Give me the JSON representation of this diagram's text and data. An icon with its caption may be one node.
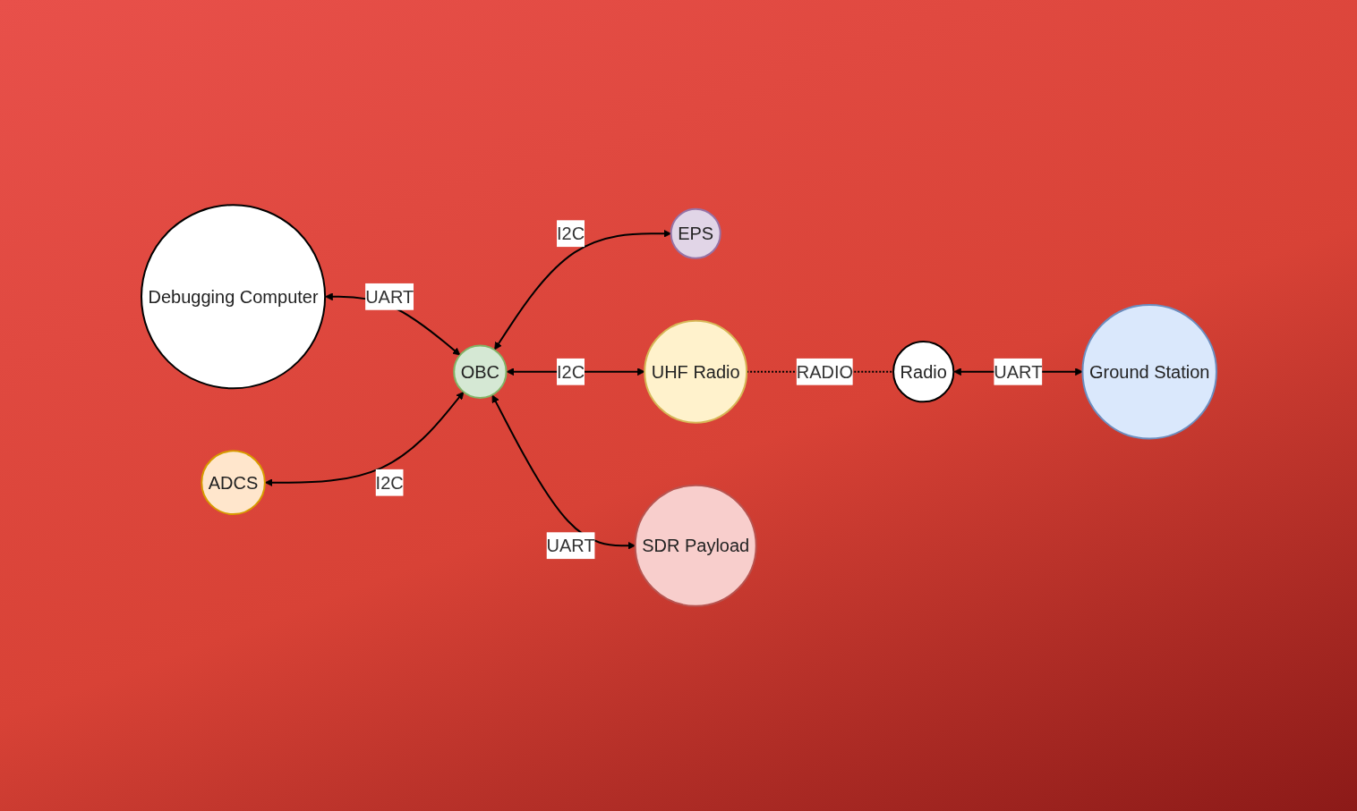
{
  "diagram": {
    "nodes": [
      {
        "text": [
          "EPS"
        ]
      },
      {
        "text": [
          "Ground Station"
        ]
      },
      {
        "text": [
          "Debugging Computer"
        ]
      },
      {
        "text": [
          "OBC"
        ]
      },
      {
        "text": [
          "UHF Radio"
        ]
      },
      {
        "text": [
          "Radio"
        ]
      },
      {
        "text": [
          "ADCS"
        ]
      },
      {
        "text": [
          "SDR Payload"
        ]
      }
    ],
    "edges": [
      {
        "from": 3,
        "to": 0,
        "arrow": "both",
        "label": "I2C"
      },
      {
        "from": 5,
        "to": 1,
        "arrow": "both",
        "label": "UART"
      },
      {
        "from": 2,
        "to": 3,
        "arrow": "both",
        "label": "UART"
      },
      {
        "from": 3,
        "to": 4,
        "arrow": "both",
        "label": "I2C"
      },
      {
        "from": 4,
        "to": 5,
        "arrow": "none",
        "label": "RADIO",
        "style": "dashed"
      },
      {
        "from": 6,
        "to": 3,
        "arrow": "both",
        "label": "I2C"
      },
      {
        "from": 3,
        "to": 7,
        "arrow": "both",
        "label": "UART"
      }
    ]
  }
}
